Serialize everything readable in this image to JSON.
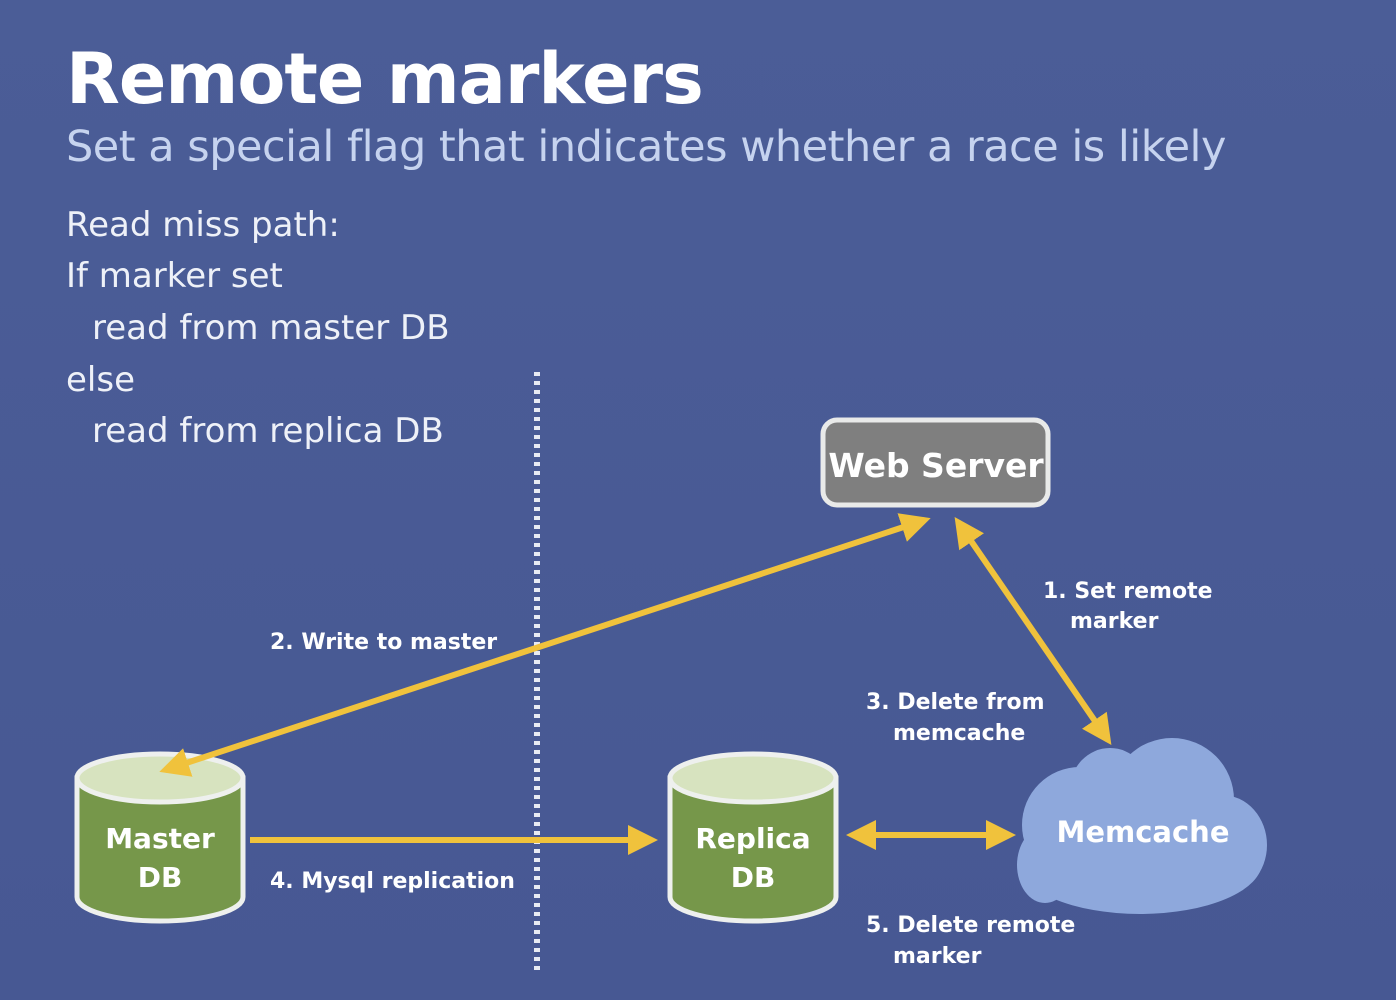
{
  "slide": {
    "title": "Remote markers",
    "subtitle": "Set a special flag that indicates whether a race is likely",
    "pseudocode": [
      "Read miss path:",
      "If marker set",
      "read from master DB",
      "else",
      "read from replica DB"
    ]
  },
  "diagram": {
    "nodes": {
      "web_server": "Web Server",
      "master_db": [
        "Master",
        "DB"
      ],
      "replica_db": [
        "Replica",
        "DB"
      ],
      "memcache": "Memcache"
    },
    "steps": {
      "step1": [
        "1. Set remote",
        "marker"
      ],
      "step2": [
        "2. Write to master"
      ],
      "step3": [
        "3. Delete from",
        "memcache"
      ],
      "step4": [
        "4. Mysql replication"
      ],
      "step5": [
        "5. Delete remote",
        "marker"
      ]
    },
    "colors": {
      "background": "#4a5b94",
      "arrow": "#f0c23c",
      "db_body": "#76974a",
      "db_top": "#d7e3bf",
      "db_outline": "#eef0ee",
      "server_box": "#7f7f7f",
      "cloud": "#8ea8dc",
      "divider": "#e8ebf3"
    }
  }
}
